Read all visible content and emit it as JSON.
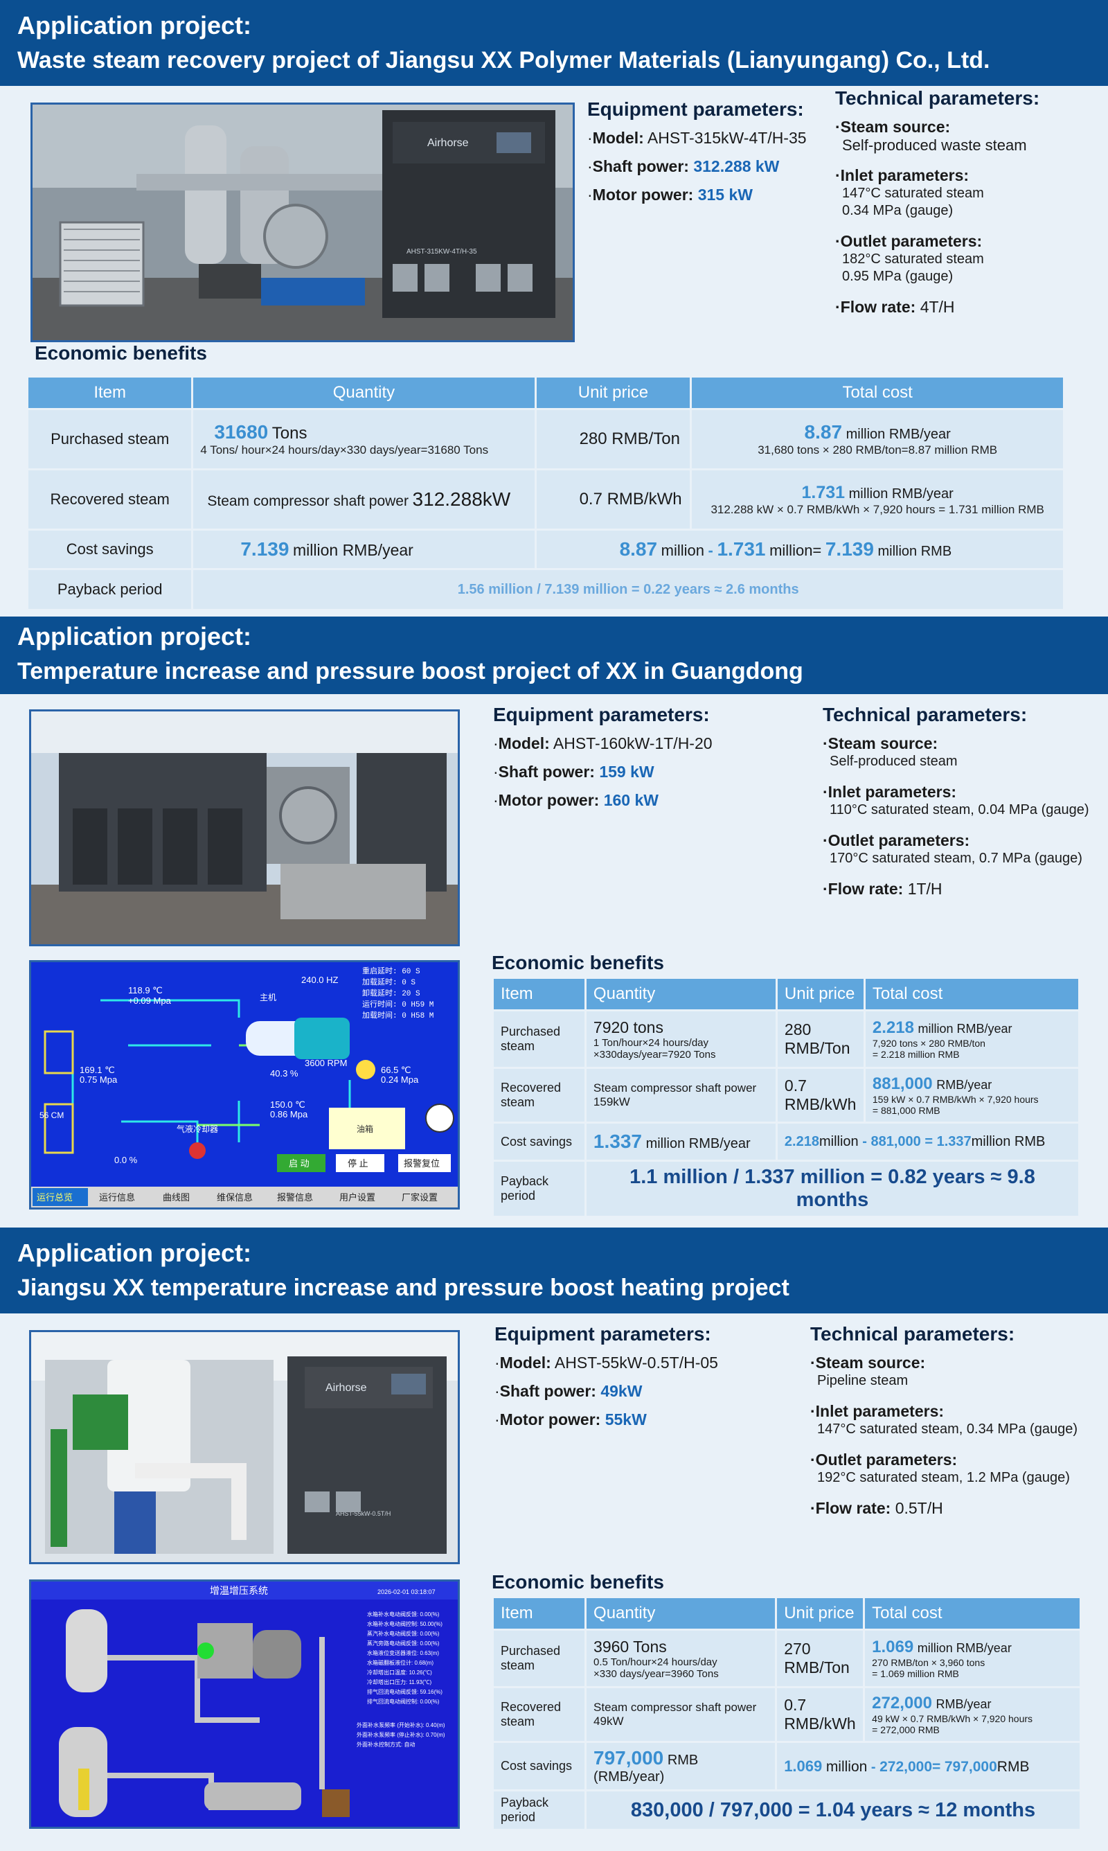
{
  "labels": {
    "equipment_title": "Equipment parameters:",
    "technical_title": "Technical parameters:",
    "economic_title": "Economic benefits",
    "model": "Model:",
    "shaft_power": "Shaft power:",
    "motor_power": "Motor power:",
    "steam_source": "Steam source:",
    "inlet": "Inlet parameters:",
    "outlet": "Outlet parameters:",
    "flow": "Flow rate:",
    "col_item": "Item",
    "col_quantity": "Quantity",
    "col_unit_price": "Unit price",
    "col_total_cost": "Total cost",
    "row_purchased": "Purchased steam",
    "row_recovered": "Recovered steam",
    "row_savings": "Cost savings",
    "row_payback": "Payback period"
  },
  "projects": [
    {
      "heading": "Application project:",
      "title": "Waste steam recovery project of Jiangsu XX Polymer Materials (Lianyungang) Co., Ltd.",
      "model": "AHST-315kW-4T/H-35",
      "shaft_power": "312.288 kW",
      "motor_power": "315 kW",
      "steam_source": "Self-produced waste steam",
      "inlet_1": "147°C saturated steam",
      "inlet_2": "0.34 MPa (gauge)",
      "outlet_1": "182°C saturated steam",
      "outlet_2": "0.95 MPa (gauge)",
      "flow": "4T/H",
      "machine_brand": "Airhorse",
      "machine_label": "AHST-315KW-4T/H-35",
      "purchased_qty_main": "31680",
      "purchased_qty_unit": "Tons",
      "purchased_qty_note": "4 Tons/ hour×24 hours/day×330 days/year=31680 Tons",
      "purchased_price": "280 RMB/Ton",
      "purchased_total_main": "8.87",
      "purchased_total_unit": "million RMB/year",
      "purchased_total_note": "31,680 tons × 280 RMB/ton=8.87 million RMB",
      "recovered_qty_text": "Steam compressor shaft power",
      "recovered_qty_value": "312.288kW",
      "recovered_price": "0.7 RMB/kWh",
      "recovered_total_main": "1.731",
      "recovered_total_unit": "million RMB/year",
      "recovered_total_note": "312.288 kW × 0.7 RMB/kWh × 7,920 hours = 1.731 million RMB",
      "savings_main": "7.139",
      "savings_unit": "million RMB/year",
      "savings_calc_a": "8.87",
      "savings_calc_a_unit": "million",
      "savings_calc_b": "1.731",
      "savings_calc_b_unit": "million=",
      "savings_calc_c": "7.139",
      "savings_calc_c_unit": "million RMB",
      "payback": "1.56 million / 7.139 million = 0.22 years ≈ 2.6 months"
    },
    {
      "heading": "Application project:",
      "title": "Temperature increase and pressure boost project of XX in Guangdong",
      "model": "AHST-160kW-1T/H-20",
      "shaft_power": "159 kW",
      "motor_power": "160 kW",
      "steam_source": "Self-produced steam",
      "inlet_1": "110°C saturated steam, 0.04 MPa (gauge)",
      "outlet_1": "170°C saturated steam, 0.7 MPa (gauge)",
      "flow": "1T/H",
      "purchased_qty_main": "7920 tons",
      "purchased_qty_note_1": "1 Ton/hour×24 hours/day",
      "purchased_qty_note_2": "×330days/year=7920 Tons",
      "purchased_price": "280 RMB/Ton",
      "purchased_total_main": "2.218",
      "purchased_total_unit": "million RMB/year",
      "purchased_total_note_1": "7,920 tons × 280 RMB/ton",
      "purchased_total_note_2": "= 2.218 million RMB",
      "recovered_qty_1": "Steam compressor shaft power",
      "recovered_qty_2": "159kW",
      "recovered_price": "0.7 RMB/kWh",
      "recovered_total_main": "881,000",
      "recovered_total_unit": "RMB/year",
      "recovered_total_note_1": "159 kW × 0.7 RMB/kWh × 7,920 hours",
      "recovered_total_note_2": "= 881,000 RMB",
      "savings_main": "1.337",
      "savings_unit": "million RMB/year",
      "savings_calc_a": "2.218",
      "savings_calc_a_unit": "million",
      "savings_calc_b": "881,000",
      "savings_calc_c": "1.337",
      "savings_calc_c_unit": "million RMB",
      "payback": "1.1 million / 1.337 million = 0.82 years ≈ 9.8 months",
      "scada": {
        "readings": [
          "118.9 ℃",
          "+0.09 Mpa",
          "240.0 HZ",
          "3600 RPM",
          "40.3 %",
          "66.5 ℃",
          "0.24 Mpa",
          "169.1 ℃",
          "0.75 Mpa",
          "150.0 ℃",
          "0.86 Mpa",
          "56 CM",
          "0.0 %",
          "主机",
          "气液冷却器",
          "油箱"
        ],
        "timers": [
          "重启延时:  60  S",
          "加载延时:   0  S",
          "卸载延时:  20  S",
          "运行时间:   0 H59 M",
          "加载时间:   0 H58 M"
        ],
        "buttons": [
          "启 动",
          "停 止",
          "报警复位"
        ],
        "tabs": [
          "运行总览",
          "运行信息",
          "曲线图",
          "维保信息",
          "报警信息",
          "用户设置",
          "厂家设置"
        ]
      }
    },
    {
      "heading": "Application project:",
      "title": "Jiangsu XX temperature increase and pressure boost heating project",
      "model": "AHST-55kW-0.5T/H-05",
      "shaft_power": "49kW",
      "motor_power": "55kW",
      "steam_source": "Pipeline steam",
      "inlet_1": "147°C saturated steam, 0.34 MPa (gauge)",
      "outlet_1": "192°C saturated steam, 1.2 MPa (gauge)",
      "flow": "0.5T/H",
      "machine_brand": "Airhorse",
      "machine_label": "AHST-55kW-0.5T/H",
      "purchased_qty_main": "3960 Tons",
      "purchased_qty_note_1": "0.5 Ton/hour×24 hours/day",
      "purchased_qty_note_2": "×330 days/year=3960 Tons",
      "purchased_price": "270 RMB/Ton",
      "purchased_total_main": "1.069",
      "purchased_total_unit": "million RMB/year",
      "purchased_total_note_1": "270 RMB/ton × 3,960 tons",
      "purchased_total_note_2": "= 1.069 million RMB",
      "recovered_qty_1": "Steam compressor shaft power",
      "recovered_qty_2": "49kW",
      "recovered_price": "0.7 RMB/kWh",
      "recovered_total_main": "272,000",
      "recovered_total_unit": "RMB/year",
      "recovered_total_note_1": "49 kW × 0.7 RMB/kWh × 7,920 hours",
      "recovered_total_note_2": "= 272,000 RMB",
      "savings_main": "797,000",
      "savings_unit": "RMB (RMB/year)",
      "savings_calc_a": "1.069",
      "savings_calc_a_unit": "million",
      "savings_calc_b": "272,000=",
      "savings_calc_c": "797,000",
      "savings_calc_c_unit": "RMB",
      "payback": "830,000 / 797,000 = 1.04 years ≈ 12 months",
      "scada": {
        "title": "增温增压系统",
        "date": "2026-02-01 03:18:07",
        "readings": [
          "水箱补水电动阀反馈: 0.00(%)",
          "水箱补水电动阀控制: 50.00(%)",
          "蒸汽补水电动阀反馈: 0.00(%)",
          "蒸汽旁路电动阀反馈: 0.00(%)",
          "水箱液位变送器液位: 0.63(m)",
          "水箱磁翻板液位计: 0.68(m)",
          "冷却塔出口温度: 10.26(℃)",
          "冷却塔出口压力: 11.93(℃)",
          "排气回流电动阀反馈: 59.16(%)",
          "排气回流电动阀控制: 0.00(%)",
          "外面补水泵频率 (开始补水): 0.40(m)",
          "外面补水泵频率 (停止补水): 0.70(m)",
          "外面补水控制方式: 自动"
        ]
      }
    }
  ]
}
